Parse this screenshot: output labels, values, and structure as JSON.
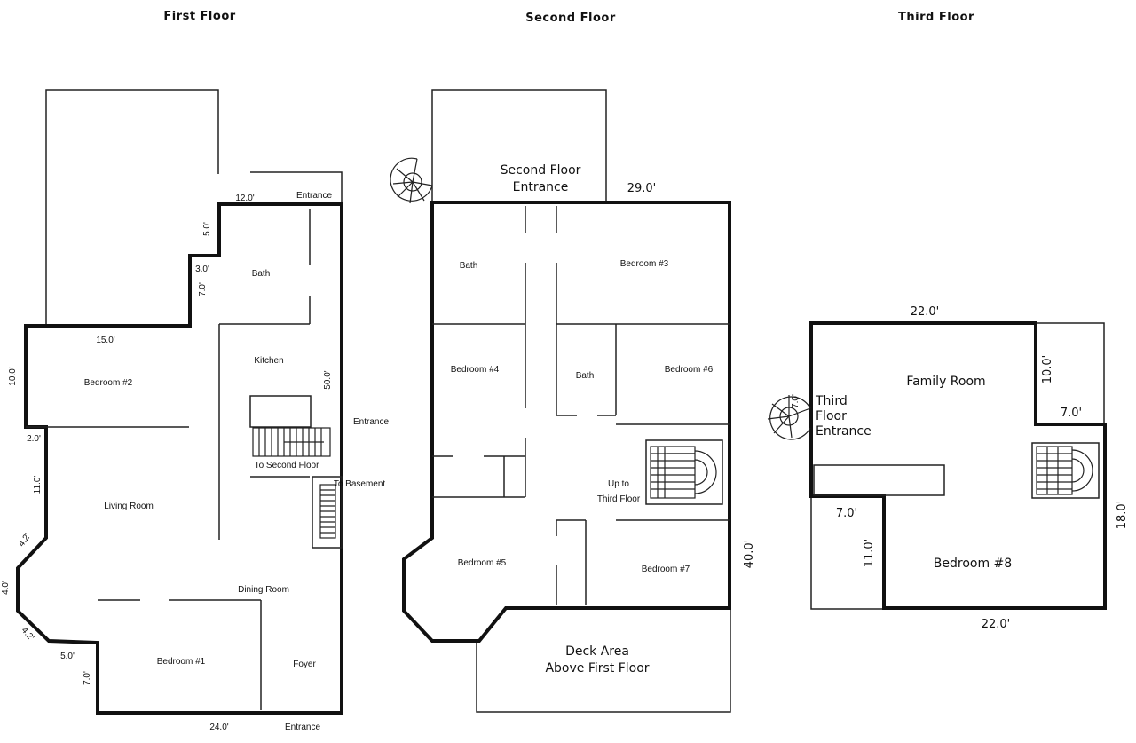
{
  "floors": {
    "first": {
      "title": "First Floor",
      "rooms": {
        "bath": "Bath",
        "kitchen": "Kitchen",
        "bedroom2": "Bedroom #2",
        "living": "Living Room",
        "dining": "Dining Room",
        "bedroom1": "Bedroom #1",
        "foyer": "Foyer"
      },
      "labels": {
        "entrance_top": "Entrance",
        "entrance_mid": "Entrance",
        "entrance_bottom": "Entrance",
        "to_second": "To Second Floor",
        "to_basement": "To Basement"
      },
      "dims": {
        "d12": "12.0'",
        "d5a": "5.0'",
        "d3": "3.0'",
        "d7a": "7.0'",
        "d15": "15.0'",
        "d10": "10.0'",
        "d50": "50.0'",
        "d2": "2.0'",
        "d11": "11.0'",
        "d42a": "4.2'",
        "d4": "4.0'",
        "d42b": "4.2'",
        "d5b": "5.0'",
        "d7b": "7.0'",
        "d24": "24.0'"
      }
    },
    "second": {
      "title": "Second Floor",
      "rooms": {
        "bath1": "Bath",
        "bedroom3": "Bedroom #3",
        "bedroom4": "Bedroom #4",
        "bath2": "Bath",
        "bedroom6": "Bedroom #6",
        "bedroom5": "Bedroom #5",
        "bedroom7": "Bedroom #7"
      },
      "labels": {
        "entrance_line1": "Second Floor",
        "entrance_line2": "Entrance",
        "up_line1": "Up to",
        "up_line2": "Third Floor",
        "deck_line1": "Deck Area",
        "deck_line2": "Above First Floor"
      },
      "dims": {
        "d29": "29.0'",
        "d40": "40.0'"
      }
    },
    "third": {
      "title": "Third Floor",
      "rooms": {
        "family": "Family Room",
        "bedroom8": "Bedroom #8"
      },
      "labels": {
        "entrance_line1": "Third",
        "entrance_line2": "Floor",
        "entrance_line3": "Entrance"
      },
      "dims": {
        "d22top": "22.0'",
        "d10": "10.0'",
        "d7a": "7.0'",
        "d18": "18.0'",
        "d7b": "7.0'",
        "d11": "11.0'",
        "d22bottom": "22.0'",
        "d7c": "7.0'"
      }
    }
  }
}
